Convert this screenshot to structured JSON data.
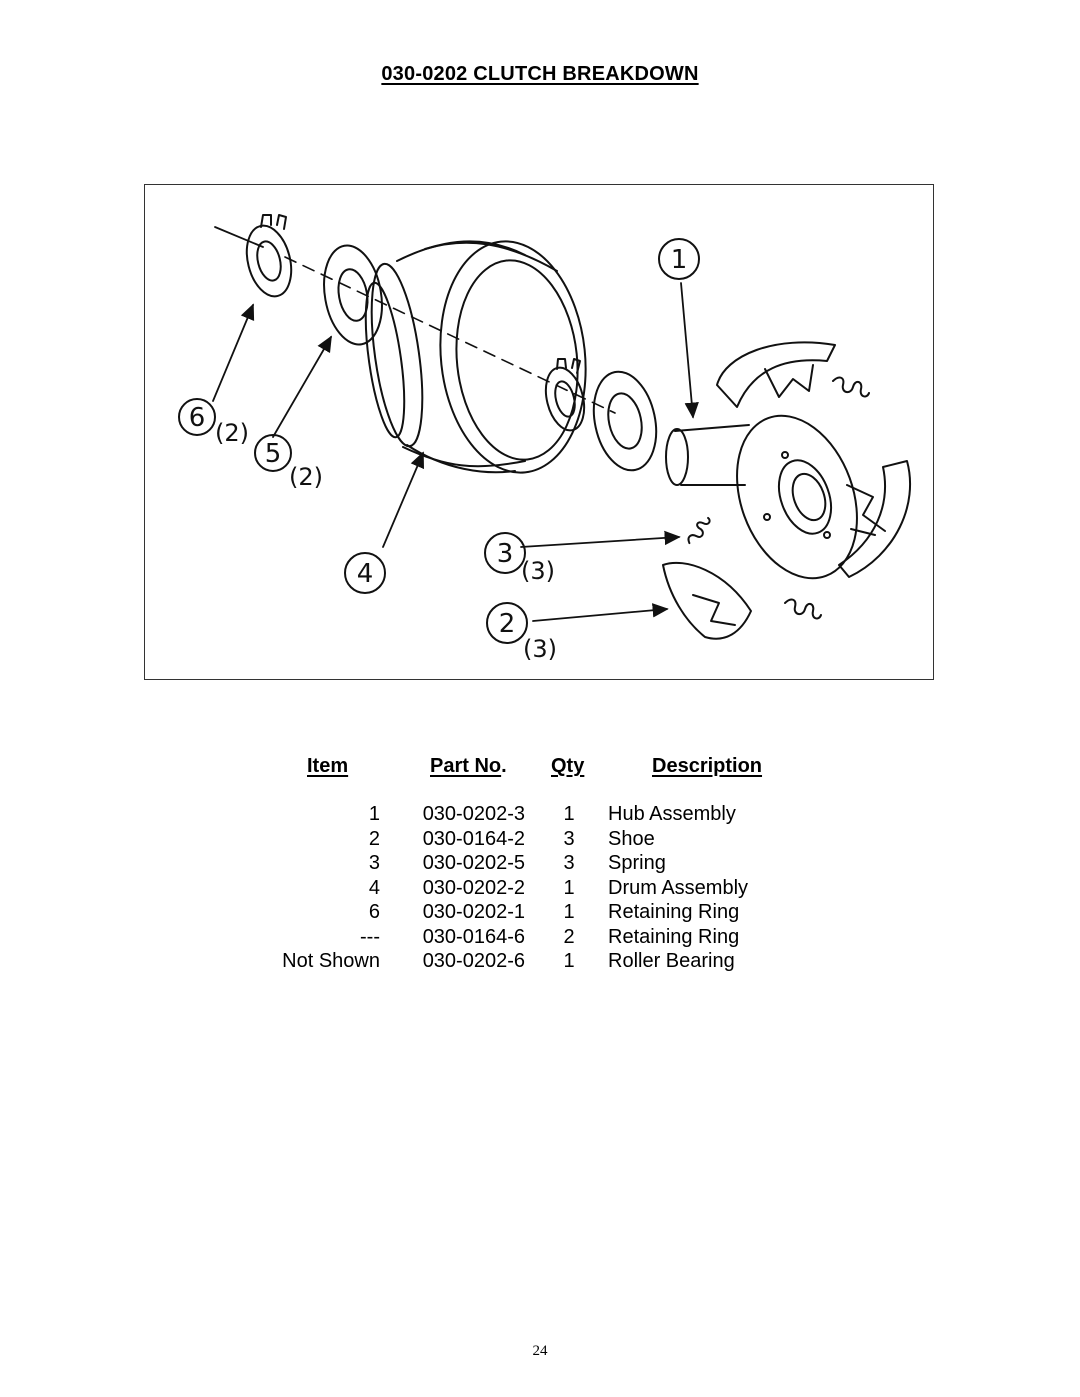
{
  "page": {
    "title": "030-0202 CLUTCH BREAKDOWN",
    "page_number": "24"
  },
  "diagram": {
    "callouts": [
      {
        "number": "1",
        "qty": ""
      },
      {
        "number": "6",
        "qty": "(2)"
      },
      {
        "number": "5",
        "qty": "(2)"
      },
      {
        "number": "4",
        "qty": ""
      },
      {
        "number": "3",
        "qty": "(3)"
      },
      {
        "number": "2",
        "qty": "(3)"
      }
    ]
  },
  "parts_table": {
    "headers": {
      "item": "Item",
      "part_no": "Part No",
      "part_no_suffix": ".",
      "qty": "Qty",
      "description": "Description"
    },
    "rows": [
      {
        "item": "1",
        "part_no": "030-0202-3",
        "qty": "1",
        "description": "Hub Assembly"
      },
      {
        "item": "2",
        "part_no": "030-0164-2",
        "qty": "3",
        "description": "Shoe"
      },
      {
        "item": "3",
        "part_no": "030-0202-5",
        "qty": "3",
        "description": "Spring"
      },
      {
        "item": "4",
        "part_no": "030-0202-2",
        "qty": "1",
        "description": "Drum Assembly"
      },
      {
        "item": "6",
        "part_no": "030-0202-1",
        "qty": "1",
        "description": "Retaining Ring"
      },
      {
        "item": "---",
        "part_no": "030-0164-6",
        "qty": "2",
        "description": "Retaining Ring"
      },
      {
        "item": "Not Shown",
        "part_no": "030-0202-6",
        "qty": "1",
        "description": "Roller Bearing"
      }
    ]
  }
}
